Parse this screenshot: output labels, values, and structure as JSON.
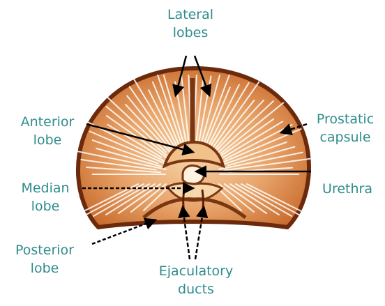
{
  "labels": {
    "lateral_lobes": [
      "Lateral",
      "lobes"
    ],
    "anterior_lobe": [
      "Anterior",
      "lobe"
    ],
    "median_lobe": [
      "Median",
      "lobe"
    ],
    "posterior_lobe": [
      "Posterior",
      "lobe"
    ],
    "prostatic_capsule": [
      "Prostatic",
      "capsule"
    ],
    "urethra": [
      "Urethra"
    ],
    "ejaculatory_ducts": [
      "Ejaculatory",
      "ducts"
    ]
  },
  "colors": {
    "label_text": "#2f8c8c",
    "gland_fill": "#e8a46a",
    "gland_outline": "#6b2a0c",
    "septum": "#7a3512",
    "arrow": "#000000"
  }
}
